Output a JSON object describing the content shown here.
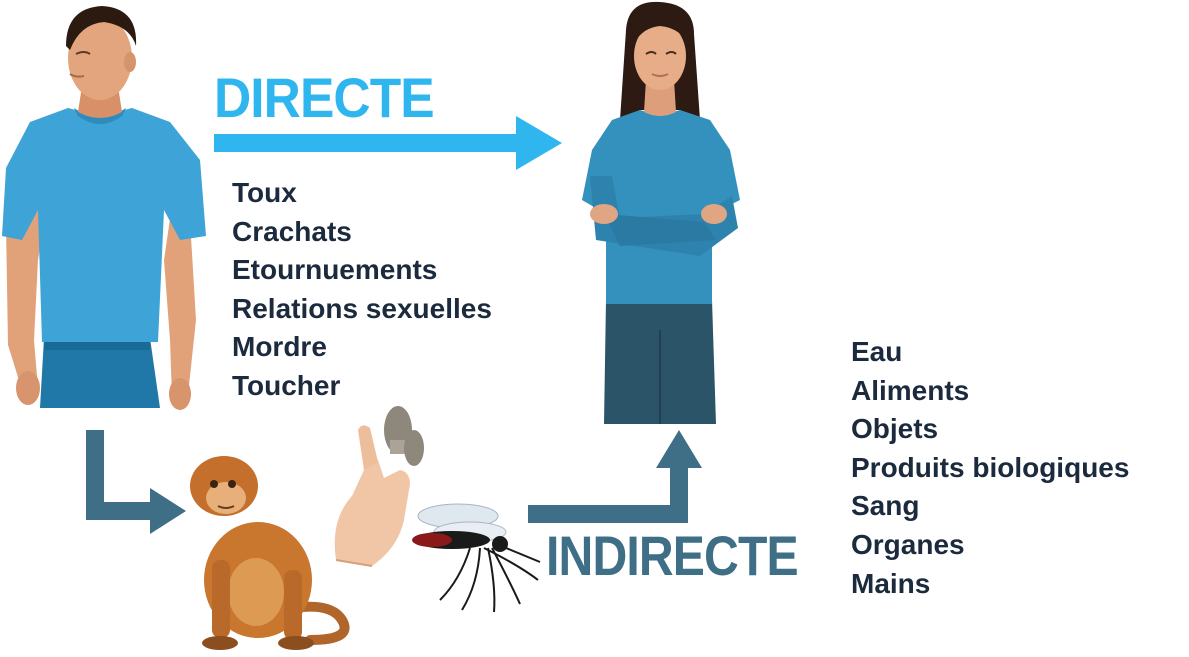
{
  "direct": {
    "label": "DIRECTE",
    "color": "#2fb6ee",
    "items": [
      "Toux",
      "Crachats",
      "Etournuements",
      "Relations sexuelles",
      "Mordre",
      "Toucher"
    ]
  },
  "indirect": {
    "label": "INDIRECTE",
    "color": "#3e6f87",
    "items": [
      "Eau",
      "Aliments",
      "Objets",
      "Produits biologiques",
      "Sang",
      "Organes",
      "Mains"
    ]
  },
  "figures": {
    "source": "man-illustration",
    "target": "woman-illustration",
    "vectors": [
      "monkey-illustration",
      "hand-with-object-illustration",
      "mosquito-illustration"
    ]
  }
}
